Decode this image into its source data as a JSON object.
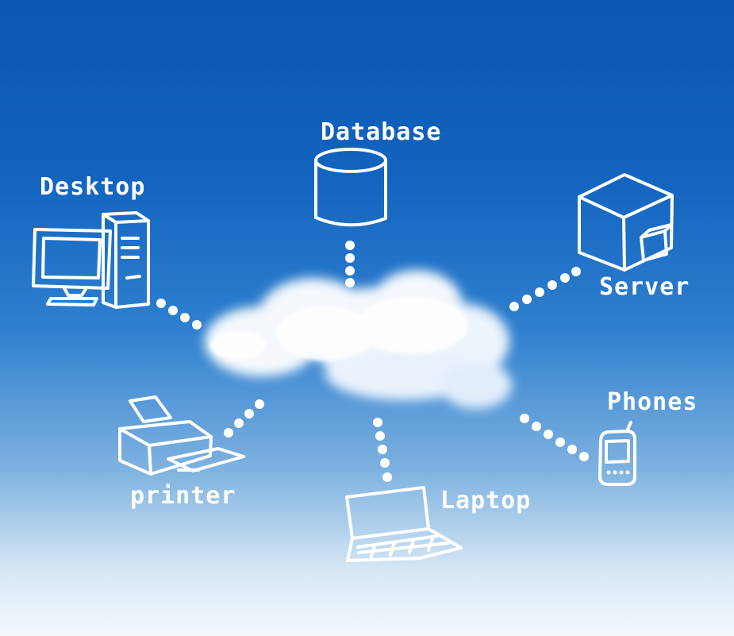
{
  "labels": {
    "database": "Database",
    "desktop": "Desktop",
    "server": "Server",
    "phones": "Phones",
    "printer": "printer",
    "laptop": "Laptop"
  },
  "colors": {
    "sky_top": "#0a56b1",
    "sky_bottom": "#f3f8fc",
    "sketch": "#ffffff"
  },
  "icons": [
    "database-icon",
    "desktop-icon",
    "server-icon",
    "phone-icon",
    "printer-icon",
    "laptop-icon",
    "cloud-icon"
  ]
}
